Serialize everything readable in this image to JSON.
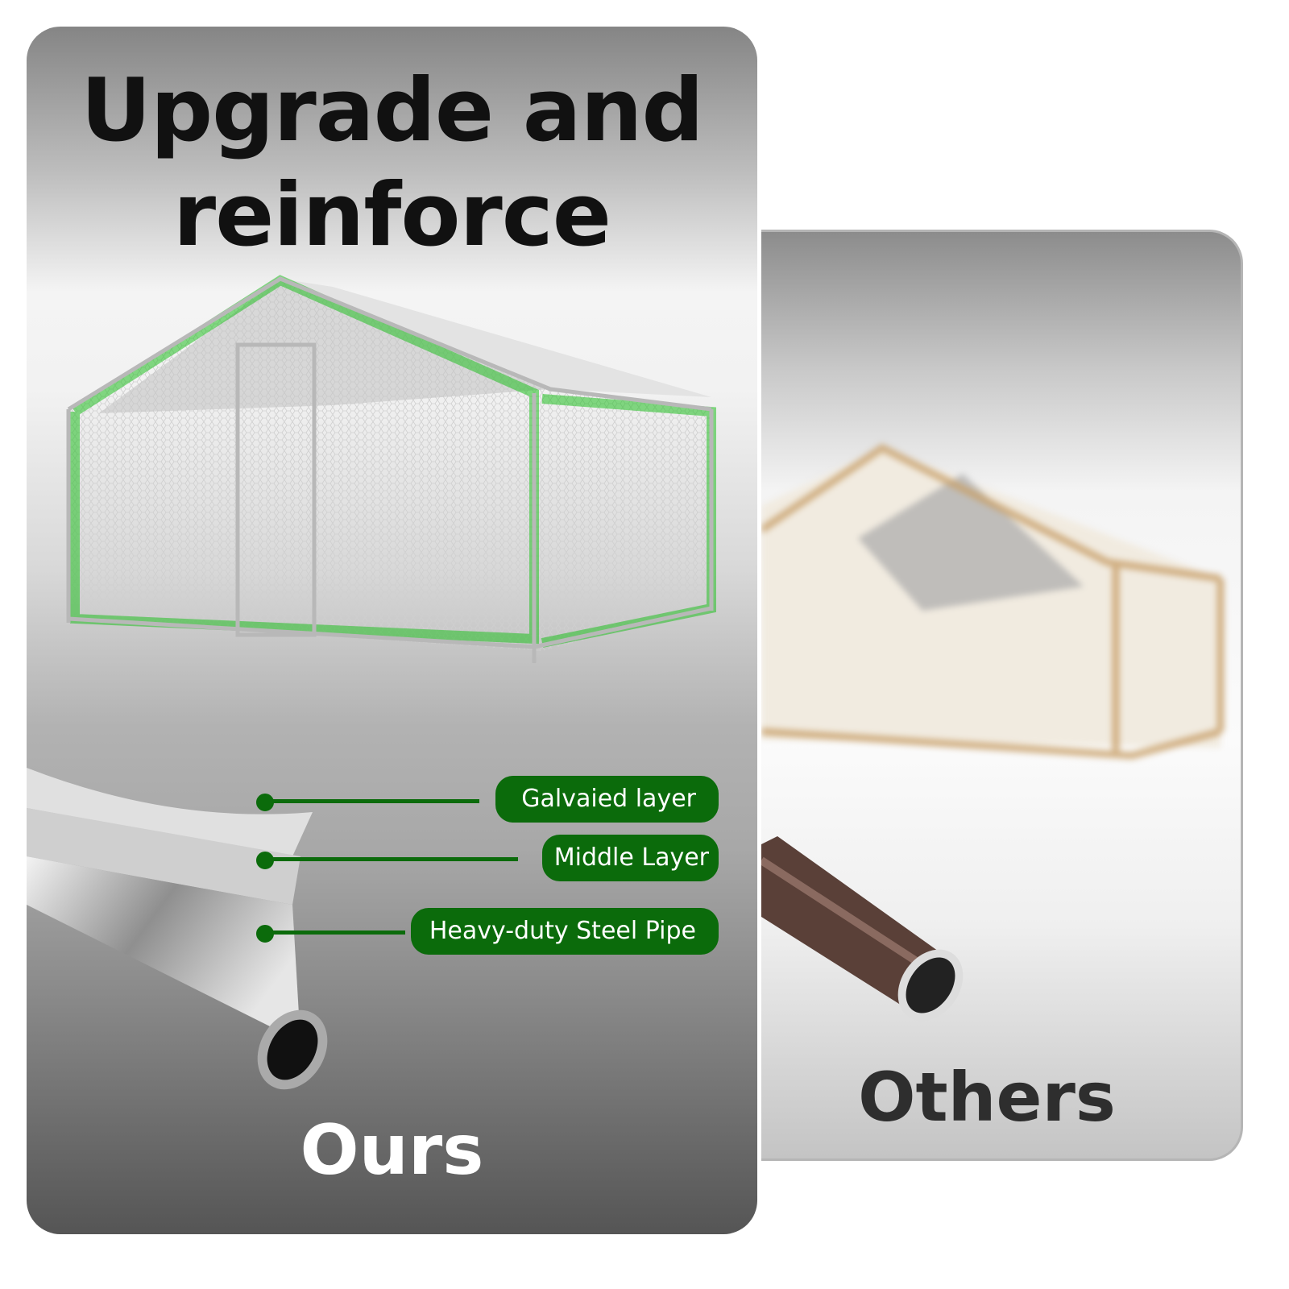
{
  "ours_panel": {
    "title": "Upgrade and reinforce",
    "label": "Ours",
    "callouts": [
      {
        "label": "Galvaied layer"
      },
      {
        "label": "Middle Layer"
      },
      {
        "label": "Heavy-duty Steel Pipe"
      }
    ],
    "highlight_color": "#19c219"
  },
  "others_panel": {
    "label": "Others",
    "frame_color": "#c8a06a"
  },
  "colors": {
    "pill": "#0b6b0b"
  }
}
